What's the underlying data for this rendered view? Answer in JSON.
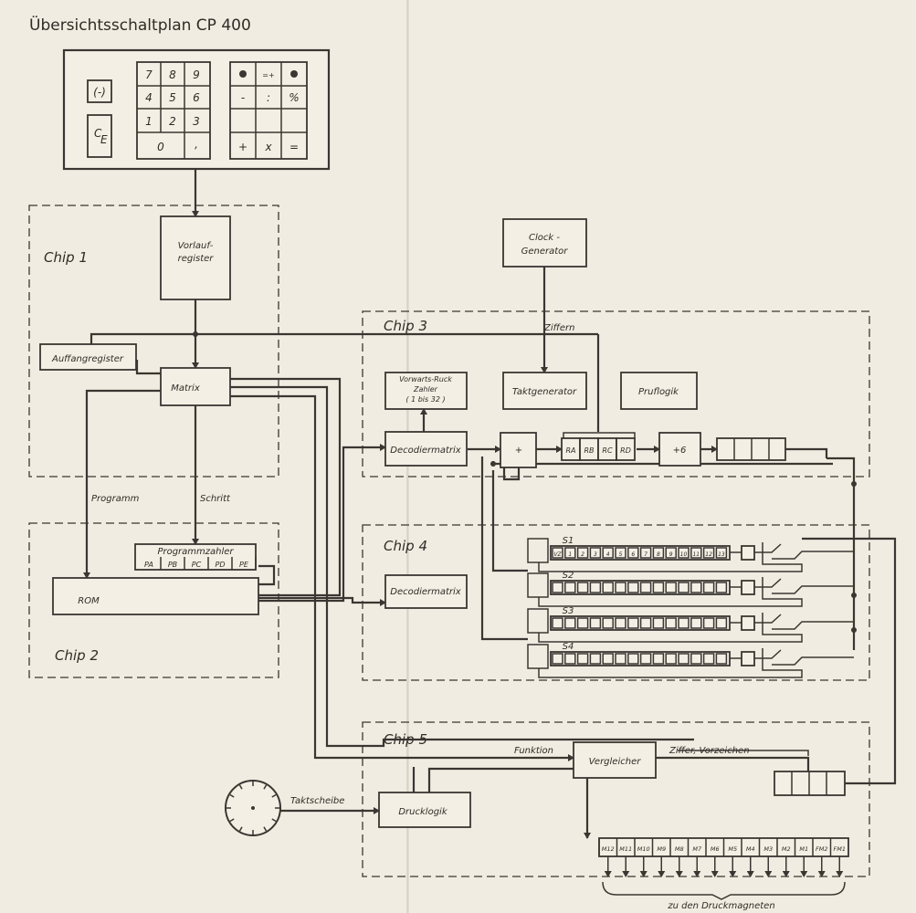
{
  "title": "Übersichtsschaltplan CP 400",
  "keypad": {
    "left_keys": [
      "(-)",
      "C",
      "E"
    ],
    "digits": [
      "7",
      "8",
      "9",
      "4",
      "5",
      "6",
      "1",
      "2",
      "3",
      "0",
      ","
    ],
    "functions": [
      "%",
      ":",
      "x",
      "=",
      "+",
      "-"
    ]
  },
  "chips": [
    "Chip 1",
    "Chip 2",
    "Chip 3",
    "Chip 4",
    "Chip 5"
  ],
  "blocks": {
    "vorlauf_1": "Vorlauf-",
    "vorlauf_2": "register",
    "auffang": "Auffangregister",
    "matrix": "Matrix",
    "programmzahler": "Programmzahler",
    "pz_cells": [
      "PA",
      "PB",
      "PC",
      "PD",
      "PE"
    ],
    "rom": "ROM",
    "clock_1": "Clock -",
    "clock_2": "Generator",
    "vorwarts_1": "Vorwarts-Ruck",
    "vorwarts_2": "Zahler",
    "vorwarts_3": "( 1 bis 32 )",
    "taktgenerator": "Taktgenerator",
    "pruflogik": "Pruflogik",
    "decodiermatrix_1": "Decodiermatrix",
    "decodiermatrix_2": "Decodiermatrix",
    "plus": "+",
    "plus6": "+6",
    "rab_cells": [
      "RA",
      "RB",
      "RC",
      "RD"
    ],
    "shift_regs": [
      "S1",
      "S2",
      "S3",
      "S4"
    ],
    "s1_cells": [
      "VZ",
      "1",
      "2",
      "3",
      "4",
      "5",
      "6",
      "7",
      "8",
      "9",
      "10",
      "11",
      "12",
      "13"
    ],
    "vergleicher": "Vergleicher",
    "drucklogik": "Drucklogik",
    "magnets": [
      "M12",
      "M11",
      "M10",
      "M9",
      "M8",
      "M7",
      "M6",
      "M5",
      "M4",
      "M3",
      "M2",
      "M1",
      "FM2",
      "FM1"
    ]
  },
  "labels": {
    "programm": "Programm",
    "schritt": "Schritt",
    "ziffern": "Ziffern",
    "funktion": "Funktion",
    "ziffer_vorzeichen": "Ziffer, Vorzeichen",
    "taktscheibe": "Taktscheibe",
    "druckmagneten": "zu den Druckmagneten"
  }
}
